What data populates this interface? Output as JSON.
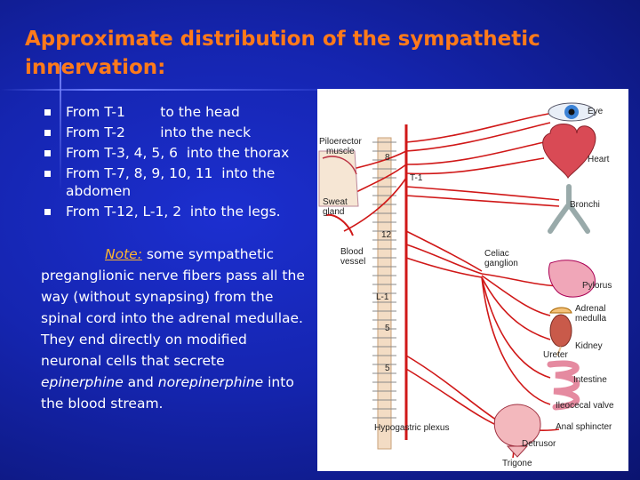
{
  "slide": {
    "title_line1": "Approximate distribution of the sympathetic",
    "title_line2": "innervation:",
    "bullets": [
      "From T-1        to the head",
      "From T-2        into the neck",
      "From T-3, 4, 5, 6  into the thorax",
      "From T-7, 8, 9, 10, 11  into the abdomen",
      "From T-12, L-1, 2  into the legs."
    ],
    "note": {
      "label": "Note:",
      "text1": " some sympathetic preganglionic nerve fibers pass all the way (without synapsing) from the spinal cord into the adrenal medullae. They end directly on modified neuronal cells that secrete ",
      "em1": "epinerphine",
      "mid": " and ",
      "em2": "norepinerphine",
      "text2": " into the blood stream."
    }
  },
  "figure": {
    "labels": {
      "piloerector": "Piloerector",
      "muscle": "muscle",
      "sweat": "Sweat",
      "gland": "gland",
      "blood": "Blood",
      "vessel": "vessel",
      "eye": "Eye",
      "heart": "Heart",
      "bronchi": "Bronchi",
      "celiac": "Celiac",
      "ganglion": "ganglion",
      "pylorus": "Pylorus",
      "adrenal": "Adrenal",
      "medulla": "medulla",
      "kidney": "Kidney",
      "ureter": "Ureter",
      "intestine": "Intestine",
      "ileocecal": "Ileocecal valve",
      "anal": "Anal sphincter",
      "hypogastric": "Hypogastric plexus",
      "detrusor": "Detrusor",
      "trigone": "Trigone"
    },
    "segments": {
      "t1": "T-1",
      "s8": "8",
      "s12": "12",
      "l1": "L-1",
      "s5a": "5",
      "s5b": "5"
    }
  },
  "colors": {
    "title": "#ff7a1a",
    "note_label": "#ffb62e",
    "nerve": "#d01818",
    "background": "#1525b0"
  }
}
